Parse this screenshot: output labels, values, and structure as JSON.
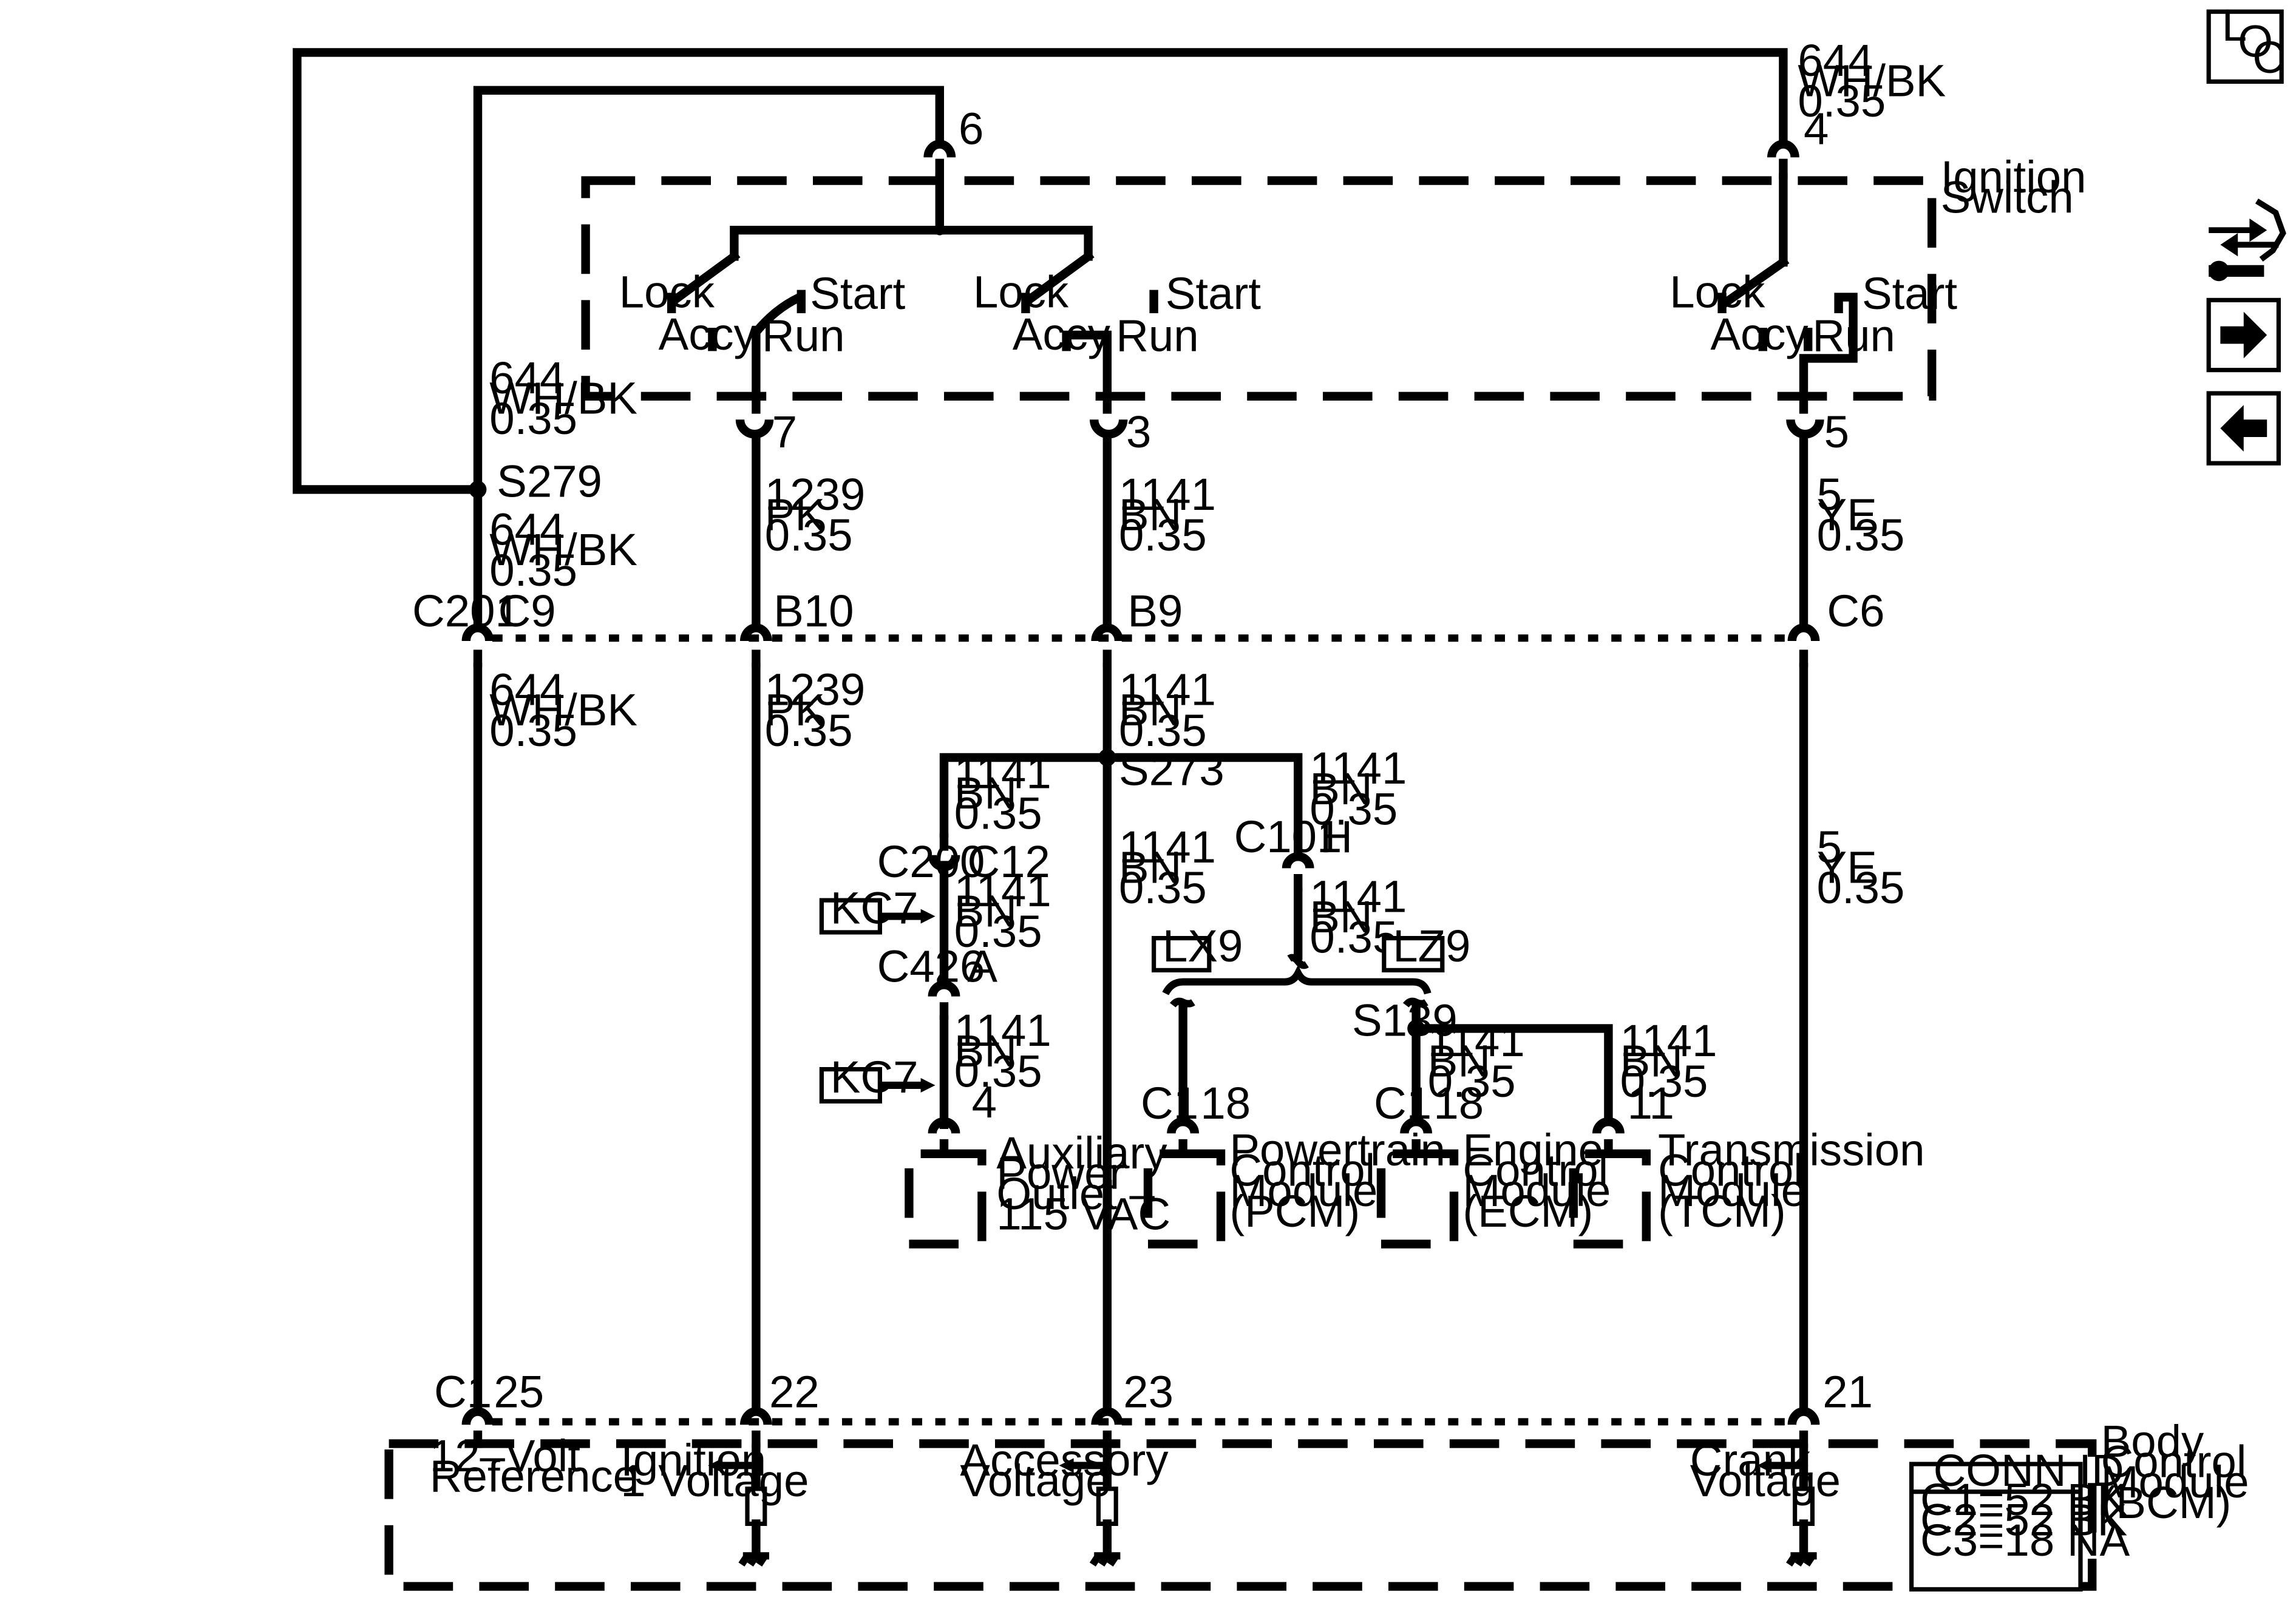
{
  "nav": {
    "loc_l": "L",
    "loc_o": "O",
    "loc_c": "C"
  },
  "ignition_switch": {
    "line1": "Ignition",
    "line2": "Switch",
    "pins": [
      "6",
      "4",
      "7",
      "3",
      "5"
    ]
  },
  "switch_positions": {
    "lock": "Lock",
    "accy": "Accy",
    "run": "Run",
    "start": "Start"
  },
  "wires": {
    "w644": [
      "644",
      "WH/BK",
      "0.35"
    ],
    "w1239": [
      "1239",
      "PK",
      "0.35"
    ],
    "w1141": [
      "1141",
      "BN",
      "0.35"
    ],
    "w5": [
      "5",
      "YE",
      "0.35"
    ]
  },
  "splices": {
    "s279": "S279",
    "s273": "S273",
    "s139": "S139"
  },
  "connectors": {
    "c201": "C201",
    "c9": "C9",
    "b10": "B10",
    "b9": "B9",
    "c6": "C6",
    "c200": "C200",
    "c12": "C12",
    "c426": "C426",
    "a": "A",
    "c101": "C101",
    "h": "H",
    "p4": "4",
    "c1": "C1",
    "p18": "18",
    "p11": "11",
    "p25": "25",
    "p22": "22",
    "p23": "23",
    "p21": "21"
  },
  "options": {
    "kc7": "KC7",
    "lx9": "LX9",
    "lz9": "LZ9"
  },
  "modules": {
    "aux": [
      "Auxiliary",
      "Power",
      "Outlet –",
      "115 VAC"
    ],
    "pcm": [
      "Powertrain",
      "Control",
      "Module",
      "(PCM)"
    ],
    "ecm": [
      "Engine",
      "Control",
      "Module",
      "(ECM)"
    ],
    "tcm": [
      "Transmission",
      "Control",
      "Module",
      "(TCM)"
    ]
  },
  "bcm": {
    "title": [
      "Body",
      "Control",
      "Module",
      "(BCM)"
    ],
    "ref12": [
      "12–Volt",
      "Reference"
    ],
    "ign1": [
      "Ignition",
      "1 Voltage"
    ],
    "acc": [
      "Accessory",
      "Voltage"
    ],
    "crank": [
      "Crank",
      "Voltage"
    ]
  },
  "conn_id": {
    "title": "CONN ID",
    "rows": [
      "C1=52 BK",
      "C2=52 BK",
      "C3=18 NA"
    ]
  }
}
